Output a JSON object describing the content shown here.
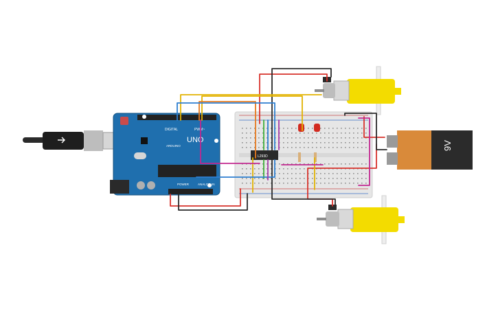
{
  "arduino": {
    "brand": "UNO",
    "logo_text": "ARDUINO",
    "digital_label": "DIGITAL",
    "pwm_label": "PWM~",
    "power_label": "POWER",
    "analog_label": "ANALOG IN",
    "board_color": "#1f6fae"
  },
  "driver_chip": {
    "label": "L293D"
  },
  "battery": {
    "label": "9V",
    "body_color": "#2b2b2b",
    "cap_color": "#d98a3a"
  },
  "motors": [
    {
      "id": "motor-top",
      "color": "#f3dc00"
    },
    {
      "id": "motor-bottom",
      "color": "#f3dc00"
    }
  ],
  "leds": [
    {
      "id": "led-1",
      "color": "#d22a1f"
    },
    {
      "id": "led-2",
      "color": "#d22a1f"
    }
  ],
  "wire_colors": {
    "red": "#d8322b",
    "black": "#2a2a2a",
    "yellow": "#e2b300",
    "orange": "#e57a1f",
    "green": "#3fae3a",
    "blue": "#2e7fd0",
    "purple": "#a63ca8",
    "magenta": "#c2278f"
  }
}
